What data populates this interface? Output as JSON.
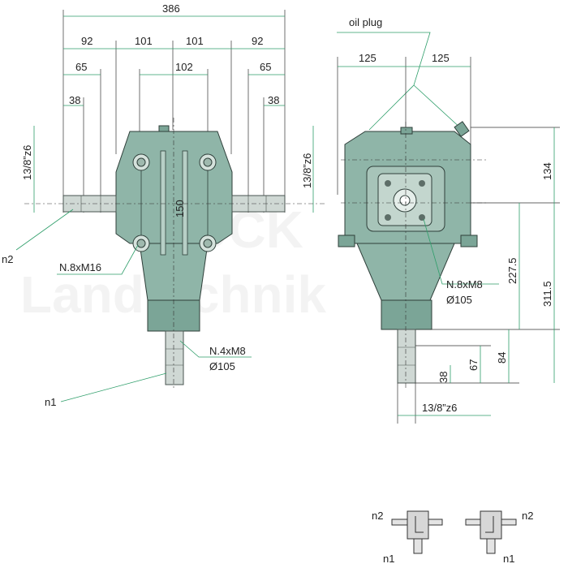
{
  "watermark": {
    "line1": "TRUCK",
    "line2": "Landtechnik"
  },
  "front_view": {
    "dims_top": {
      "overall": "386",
      "left_92": "92",
      "left_101": "101",
      "right_101": "101",
      "right_92": "92",
      "center_102": "102",
      "left_65": "65",
      "right_65": "65",
      "left_38": "38",
      "right_38": "38"
    },
    "shaft_left": "13/8”z6",
    "shaft_right": "13/8”z6",
    "center_150": "150",
    "label_n2": "n2",
    "label_bolts": "N.8xM16",
    "label_flange": "N.4xM8",
    "label_flange_dia": "Ø105",
    "label_n1": "n1"
  },
  "side_view": {
    "oil_plug": "oil plug",
    "left_125": "125",
    "right_125": "125",
    "dim_134": "134",
    "dim_227_5": "227.5",
    "dim_311_5": "311.5",
    "dim_84": "84",
    "dim_67": "67",
    "dim_38": "38",
    "shaft_bottom": "13/8”z6",
    "label_bolts": "N.8xM8",
    "label_dia": "Ø105"
  },
  "schematics": {
    "a_n2": "n2",
    "a_n1": "n1",
    "b_n2": "n2",
    "b_n1": "n1"
  }
}
